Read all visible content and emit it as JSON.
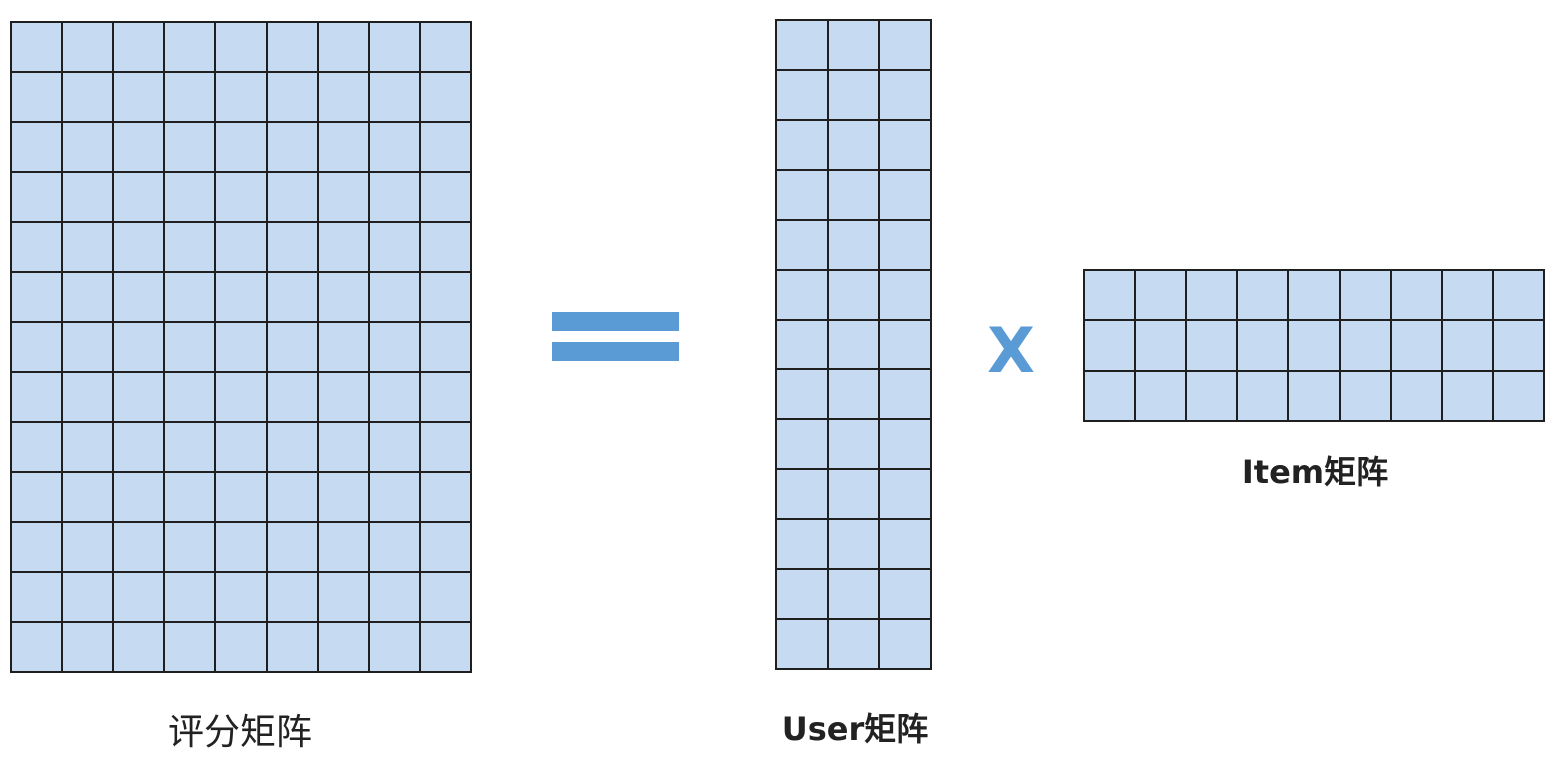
{
  "diagram": {
    "ratings_matrix": {
      "label": "评分矩阵",
      "rows": 13,
      "cols": 9
    },
    "user_matrix": {
      "label": "User矩阵",
      "rows": 13,
      "cols": 3
    },
    "item_matrix": {
      "label": "Item矩阵",
      "rows": 3,
      "cols": 9
    },
    "operator_equals_icon": "equals-sign",
    "operator_times": "X"
  },
  "colors": {
    "cell_fill": "#c6daf1",
    "grid_line": "#1f1f1f",
    "operator": "#5b9bd5"
  }
}
